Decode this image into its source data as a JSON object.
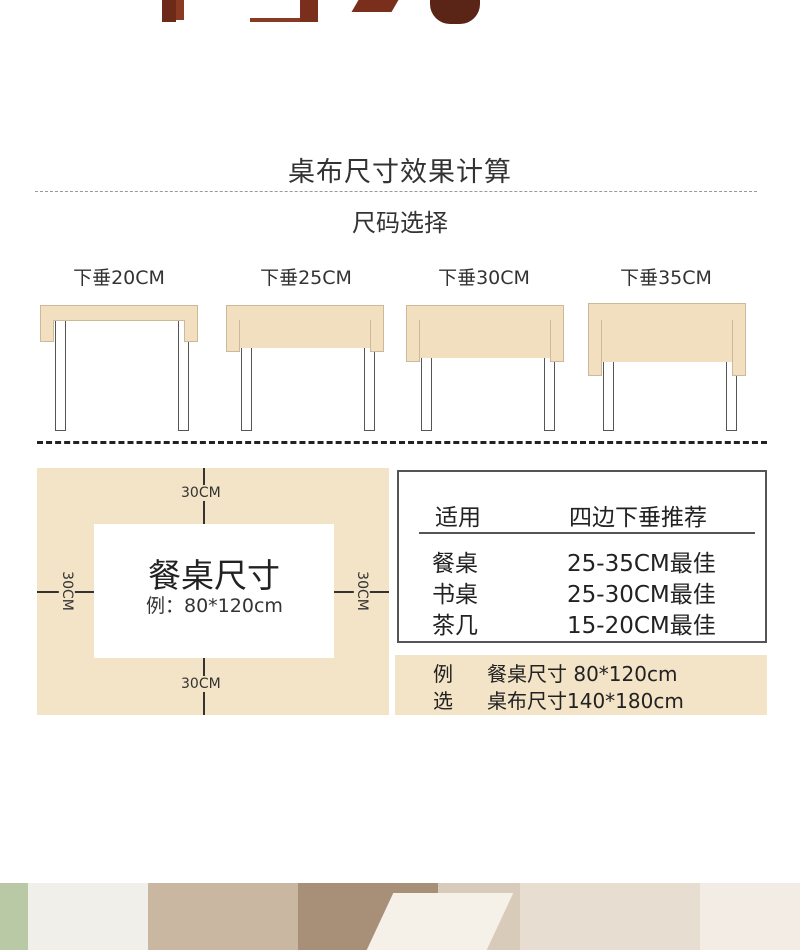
{
  "page": {
    "title": "桌布尺寸效果计算",
    "subtitle": "尺码选择"
  },
  "drops": [
    {
      "label": "下垂20CM"
    },
    {
      "label": "下垂25CM"
    },
    {
      "label": "下垂30CM"
    },
    {
      "label": "下垂35CM"
    }
  ],
  "diagram": {
    "title": "餐桌尺寸",
    "example": "例：80*120cm",
    "top_margin": "30CM",
    "bottom_margin": "30CM",
    "left_margin": "30CM",
    "right_margin": "30CM"
  },
  "recommend": {
    "col_usage": "适用",
    "col_drop": "四边下垂推荐",
    "rows": [
      {
        "name": "餐桌",
        "value": "25-35CM最佳"
      },
      {
        "name": "书桌",
        "value": "25-30CM最佳"
      },
      {
        "name": "茶几",
        "value": "15-20CM最佳"
      }
    ]
  },
  "example": {
    "row1_char": "例",
    "row1_text": "餐桌尺寸 80*120cm",
    "row2_char": "选",
    "row2_text": "桌布尺寸140*180cm"
  },
  "colors": {
    "cloth": "#f2dfc0",
    "diagram_bg": "#f3e3c7"
  }
}
